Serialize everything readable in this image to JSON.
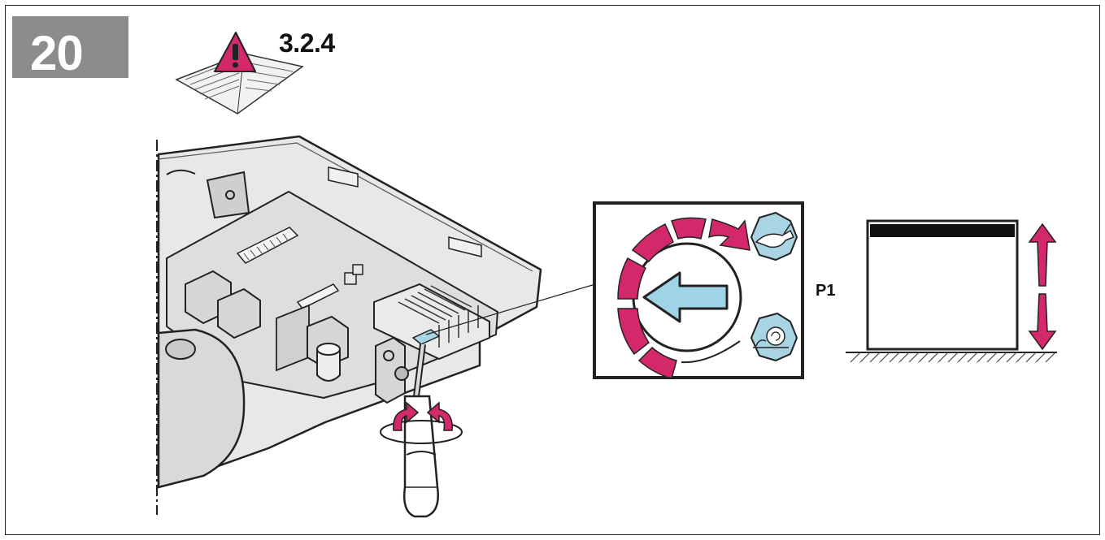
{
  "step": {
    "number": "20"
  },
  "manual_reference": {
    "section": "3.2.4",
    "icon": "manual-warning-icon"
  },
  "potentiometer": {
    "label": "P1",
    "icons": [
      "hare-fast-icon",
      "snail-slow-icon",
      "arrow-left-icon"
    ]
  },
  "colors": {
    "accent": "#d3286a",
    "arrow_fill": "#9fd3e6",
    "step_box": "#8c8c8c",
    "octagon": "#a9d4e4"
  }
}
